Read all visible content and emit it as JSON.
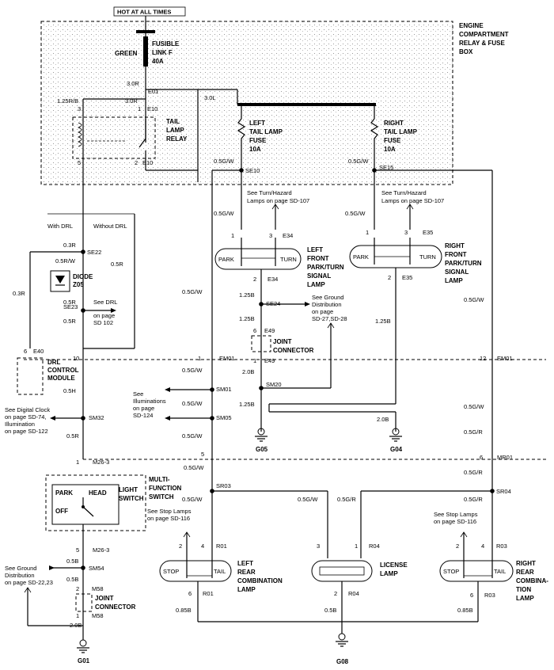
{
  "hot_label": "HOT AT ALL TIMES",
  "box": {
    "l1": "ENGINE",
    "l2": "COMPARTMENT",
    "l3": "RELAY & FUSE",
    "l4": "BOX"
  },
  "fusible": {
    "color": "GREEN",
    "l1": "FUSIBLE",
    "l2": "LINK F",
    "l3": "40A"
  },
  "relay": {
    "l1": "TAIL",
    "l2": "LAMP",
    "l3": "RELAY",
    "p3": "3",
    "p1": "1",
    "p5": "5",
    "p2": "2",
    "c_e01": "E01",
    "c_e10a": "E10",
    "c_e10b": "E10"
  },
  "left_fuse": {
    "l1": "LEFT",
    "l2": "TAIL LAMP",
    "l3": "FUSE",
    "l4": "10A"
  },
  "right_fuse": {
    "l1": "RIGHT",
    "l2": "TAIL LAMP",
    "l3": "FUSE",
    "l4": "10A"
  },
  "wires": {
    "w30r_a": "3.0R",
    "w30r_b": "3.0R",
    "w125rb": "1.25R/B",
    "w30l": "3.0L",
    "w05gw_1": "0.5G/W",
    "w05gw_2": "0.5G/W",
    "w05gw_3": "0.5G/W",
    "w05gw_4": "0.5G/W",
    "w05gw_5": "0.5G/W",
    "w05gw_6": "0.5G/W",
    "w05gw_7": "0.5G/W",
    "w05gw_8": "0.5G/W",
    "w05gw_9": "0.5G/W",
    "w05gw_10": "0.5G/W",
    "w05gw_11": "0.5G/W",
    "w05gr_1": "0.5G/R",
    "w05gr_2": "0.5G/R",
    "w05gr_3": "0.5G/R",
    "w05gr_4": "0.5G/R",
    "w03r_1": "0.3R",
    "w03r_2": "0.3R",
    "w05rw": "0.5R/W",
    "w05r_1": "0.5R",
    "w05r_2": "0.5R",
    "w05r_3": "0.5R",
    "w05r_4": "0.5R",
    "w05h": "0.5H",
    "w125b_1": "1.25B",
    "w125b_2": "1.25B",
    "w125b_3": "1.25B",
    "w125b_4": "1.25B",
    "w20b_1": "2.0B",
    "w20b_2": "2.0B",
    "w20b_3": "2.0B",
    "w05b_1": "0.5B",
    "w05b_2": "0.5B",
    "w05b_3": "0.5B",
    "w085b_1": "0.85B",
    "w085b_2": "0.85B"
  },
  "splices": {
    "se10": "SE10",
    "se15": "SE15",
    "se22": "SE22",
    "se23": "SE23",
    "se24": "SE24",
    "sm01": "SM01",
    "sm05": "SM05",
    "sm20": "SM20",
    "sm32": "SM32",
    "sm54": "SM54",
    "sr03": "SR03",
    "sr04": "SR04"
  },
  "connectors": {
    "e34a": "E34",
    "e34b": "E34",
    "e35a": "E35",
    "e35b": "E35",
    "em01a": "EM01",
    "em01b": "EM01",
    "mr01": "MR01",
    "m26a": "M26-3",
    "m26b": "M26-3",
    "r01a": "R01",
    "r01b": "R01",
    "r04a": "R04",
    "r04b": "R04",
    "r03a": "R03",
    "r03b": "R03",
    "e40": "E40",
    "e49a": "E49",
    "e49b": "E49",
    "m58a": "M58",
    "m58b": "M58"
  },
  "pins": {
    "p1a": "1",
    "p3a": "3",
    "p2a": "2",
    "p1b": "1",
    "p3b": "3",
    "p2b": "2",
    "p10": "10",
    "p1c": "1",
    "p12": "12",
    "p6a": "6",
    "p5a": "5",
    "p6b": "6",
    "p1d": "1",
    "p5b": "5",
    "p2c": "2",
    "p4a": "4",
    "p6c": "6",
    "p3c": "3",
    "p1e": "1",
    "p2d": "2",
    "p2e": "2",
    "p4b": "4",
    "p6d": "6",
    "p6e": "6",
    "p1f": "1",
    "p2f": "2",
    "p1g": "1"
  },
  "notes": {
    "turn_l1": "See Turn/Hazard",
    "turn_l2": "Lamps on page SD-107",
    "turn_r1": "See Turn/Hazard",
    "turn_r2": "Lamps on page SD-107",
    "with_drl": "With DRL",
    "without_drl": "Without DRL",
    "drl_page1": "See DRL",
    "drl_page2": "on page",
    "drl_page3": "SD 102",
    "gnd1_1": "See Ground",
    "gnd1_2": "Distribution",
    "gnd1_3": "on page",
    "gnd1_4": "SD-27,SD-28",
    "illum_1": "See",
    "illum_2": "Illuminations",
    "illum_3": "on page",
    "illum_4": "SD-124",
    "clock_1": "See Digital Clock",
    "clock_2": "on page SD-74,",
    "clock_3": "Illumination",
    "clock_4": "on page SD-122",
    "stop_l1": "See Stop Lamps",
    "stop_l2": "on page SD-116",
    "stop_r1": "See Stop Lamps",
    "stop_r2": "on page SD-116",
    "gnd2_1": "See Ground",
    "gnd2_2": "Distribution",
    "gnd2_3": "on page SD-22,23"
  },
  "components": {
    "lf_lamp": {
      "park": "PARK",
      "turn": "TURN",
      "l1": "LEFT",
      "l2": "FRONT",
      "l3": "PARK/TURN",
      "l4": "SIGNAL",
      "l5": "LAMP"
    },
    "rf_lamp": {
      "park": "PARK",
      "turn": "TURN",
      "l1": "RIGHT",
      "l2": "FRONT",
      "l3": "PARK/TURN",
      "l4": "SIGNAL",
      "l5": "LAMP"
    },
    "diode": {
      "l1": "DIODE",
      "l2": "Z05"
    },
    "drl": {
      "l1": "DRL",
      "l2": "CONTROL",
      "l3": "MODULE"
    },
    "jc1": {
      "l1": "JOINT",
      "l2": "CONNECTOR"
    },
    "jc2": {
      "l1": "JOINT",
      "l2": "CONNECTOR"
    },
    "switch": {
      "park": "PARK",
      "head": "HEAD",
      "off": "OFF",
      "l1": "LIGHT",
      "l2": "SWITCH",
      "m1": "MULTI-",
      "m2": "FUNCTION",
      "m3": "SWITCH"
    },
    "lr_lamp": {
      "stop": "STOP",
      "tail": "TAIL",
      "l1": "LEFT",
      "l2": "REAR",
      "l3": "COMBINATION",
      "l4": "LAMP"
    },
    "lic_lamp": {
      "l1": "LICENSE",
      "l2": "LAMP"
    },
    "rr_lamp": {
      "stop": "STOP",
      "tail": "TAIL",
      "l1": "RIGHT",
      "l2": "REAR",
      "l3": "COMBINA-",
      "l4": "TION",
      "l5": "LAMP"
    }
  },
  "grounds": {
    "g05": "G05",
    "g04": "G04",
    "g01": "G01",
    "g08": "G08"
  }
}
